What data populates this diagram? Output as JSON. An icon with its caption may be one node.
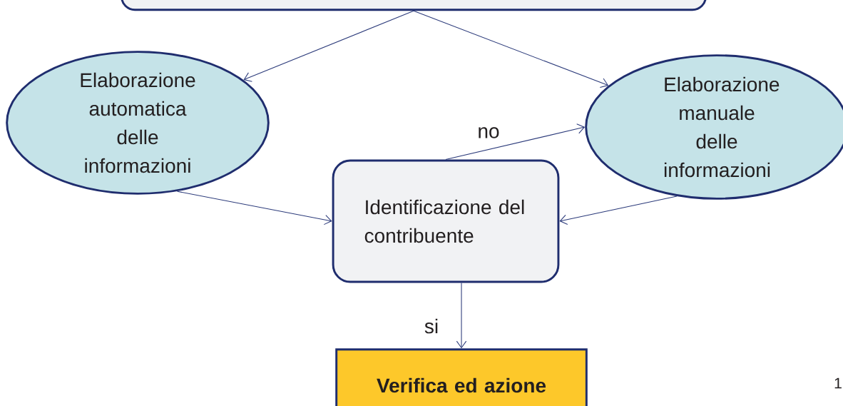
{
  "diagram": {
    "nodes": [
      {
        "text": [],
        "shape": "box"
      },
      {
        "text": [
          "Elaborazione automatica delle informazioni"
        ]
      },
      {
        "text": [
          "Elaborazione manuale delle informazioni"
        ]
      },
      {
        "text": [
          "Identificazione del contribuente"
        ]
      },
      {
        "text": [
          "Verifica ed azione"
        ]
      }
    ],
    "edges": [
      {
        "from": 0,
        "to": 1,
        "arrow": "to"
      },
      {
        "from": 0,
        "to": 2,
        "arrow": "to"
      },
      {
        "from": 1,
        "to": 3,
        "arrow": "to"
      },
      {
        "from": 3,
        "to": 2,
        "arrow": "to",
        "label": "no"
      },
      {
        "from": 2,
        "to": 3,
        "arrow": "to"
      },
      {
        "from": 3,
        "to": 4,
        "arrow": "to",
        "label": "si"
      }
    ],
    "labels": [
      "1"
    ]
  }
}
